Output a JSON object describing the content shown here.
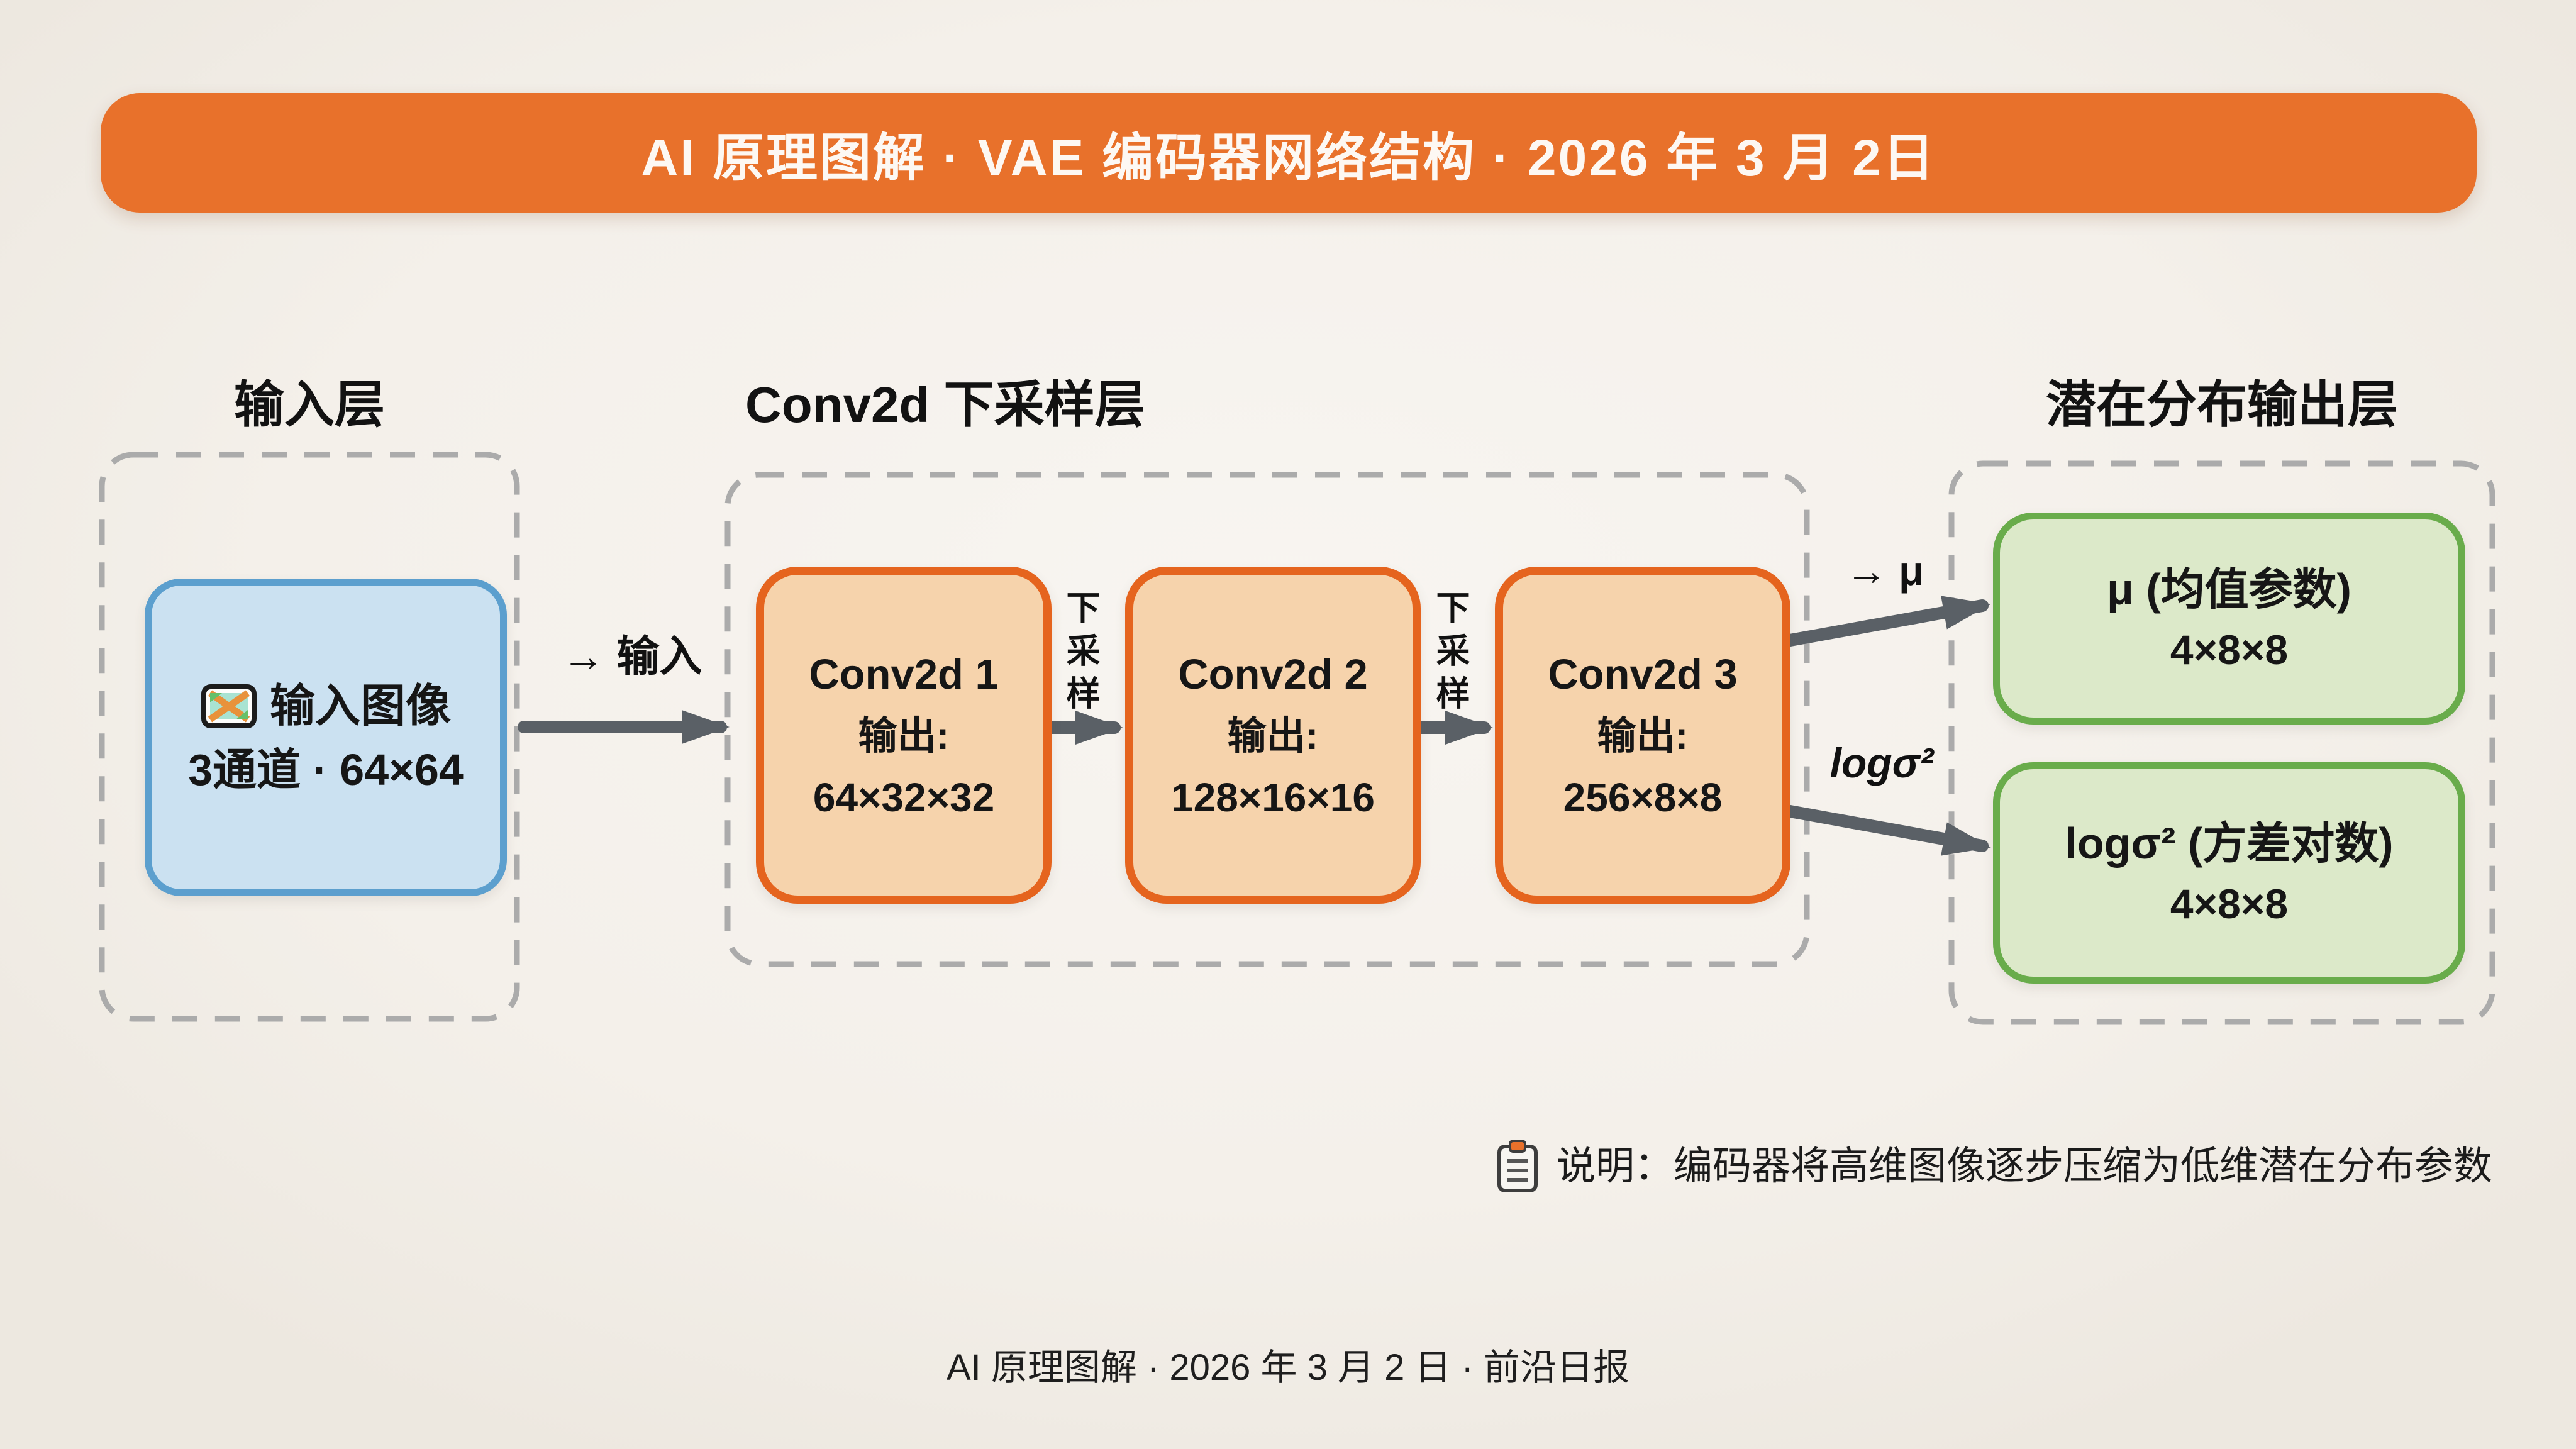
{
  "banner": {
    "title": "AI 原理图解 · VAE 编码器网络结构 · 2026 年 3 月 2日"
  },
  "sections": {
    "input": {
      "title": "输入层",
      "node": {
        "icon": "image-icon",
        "line1": "输入图像",
        "line2": "3通道 · 64×64"
      }
    },
    "conv": {
      "title": "Conv2d 下采样层",
      "downsample_label": "下采样",
      "blocks": [
        {
          "name": "Conv2d 1",
          "label": "输出:",
          "shape": "64×32×32"
        },
        {
          "name": "Conv2d 2",
          "label": "输出:",
          "shape": "128×16×16"
        },
        {
          "name": "Conv2d 3",
          "label": "输出:",
          "shape": "256×8×8"
        }
      ]
    },
    "latent": {
      "title": "潜在分布输出层",
      "mu_box": {
        "line1": "μ (均值参数)",
        "line2": "4×8×8"
      },
      "logvar_box": {
        "line1": "logσ² (方差对数)",
        "line2": "4×8×8"
      }
    }
  },
  "arrows": {
    "input_label": "→ 输入",
    "mu_label": "→ μ",
    "logvar_label": "logσ²"
  },
  "note": {
    "icon": "clipboard-icon",
    "text": "说明：编码器将高维图像逐步压缩为低维潜在分布参数"
  },
  "footer": {
    "text": "AI 原理图解 · 2026 年 3 月 2 日 · 前沿日报"
  },
  "colors": {
    "background": "#F4F0EA",
    "banner_bg": "#E8712B",
    "banner_text": "#FDF8F3",
    "input_fill": "#CBE1F1",
    "input_border": "#5C9FCE",
    "conv_fill": "#F6D3AC",
    "conv_border": "#E5641E",
    "latent_fill": "#DCE9C9",
    "latent_border": "#69AC4B",
    "dashed_frame": "#ABABAB",
    "arrow": "#5A6066",
    "text": "#161616"
  }
}
